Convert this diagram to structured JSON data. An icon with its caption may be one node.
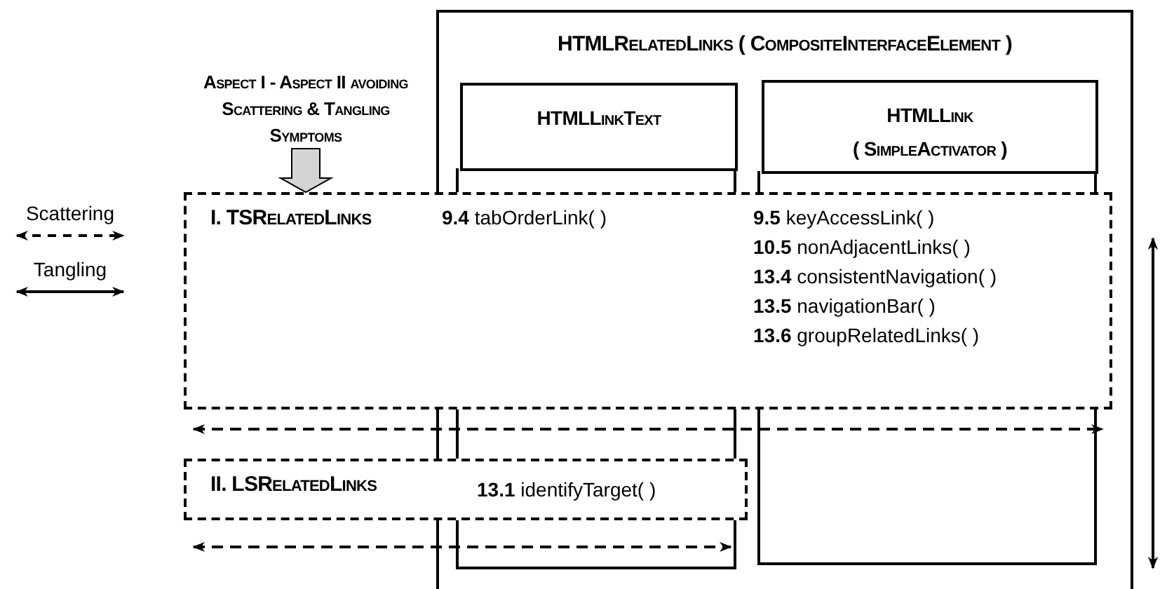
{
  "diagram": {
    "nodes": [
      {
        "text": [
          "Aspect I - Aspect II avoiding Scattering & Tangling Symptoms"
        ]
      },
      {
        "text": [
          "HTMLRelatedLinks ( CompositeInterfaceElement )"
        ]
      },
      {
        "text": [
          "HTMLLinkText"
        ],
        "in": 1
      },
      {
        "text": [
          "HTMLLink",
          "( SimpleActivator )"
        ],
        "in": 1
      },
      {
        "text": [
          "I. TSRelatedLinks",
          "**9.4** tabOrderLink( )",
          "**9.5** keyAccessLink( )",
          "**10.5** nonAdjacentLinks( )",
          "**13.4** consistentNavigation( )",
          "**13.5** navigationBar( )",
          "**13.6** groupRelatedLinks( )"
        ]
      },
      {
        "text": [
          "II. LSRelatedLinks",
          "**13.1** identifyTarget( )"
        ]
      }
    ],
    "edges": [
      {
        "from": 0,
        "to": 4,
        "arrow": "to",
        "style": "thick",
        "color": "#d4d4d4"
      }
    ],
    "legend": [
      {
        "text": "Scattering"
      },
      {
        "text": "Tangling"
      }
    ]
  }
}
